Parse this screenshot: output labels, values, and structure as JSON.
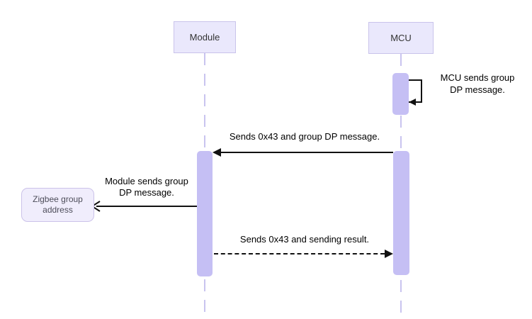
{
  "diagram": {
    "type": "sequence-diagram",
    "participants": [
      {
        "id": "module",
        "label": "Module"
      },
      {
        "id": "mcu",
        "label": "MCU"
      }
    ],
    "external_node": {
      "id": "zigbee-group-address",
      "label_line1": "Zigbee group",
      "label_line2": "address"
    },
    "messages": [
      {
        "from": "MCU",
        "to": "MCU",
        "style": "solid-self-loop",
        "label_line1": "MCU sends group",
        "label_line2": "DP message."
      },
      {
        "from": "MCU",
        "to": "Module",
        "style": "solid-filled-arrow",
        "label": "Sends 0x43 and group DP message."
      },
      {
        "from": "Module",
        "to": "Zigbee group address",
        "style": "solid-open-arrow",
        "label_line1": "Module sends group",
        "label_line2": "DP message."
      },
      {
        "from": "Module",
        "to": "MCU",
        "style": "dashed-filled-arrow",
        "label": "Sends 0x43 and sending result."
      }
    ],
    "colors": {
      "actor-fill": "#EAE8FC",
      "actor-border": "#C9C3EB",
      "activation-fill": "#C5BFF4",
      "lifeline": "#C9C4EF",
      "node-fill": "#F0EDFC",
      "node-border": "#CBC2E9",
      "arrow": "#111111",
      "actor-text": "#333333",
      "message-text": "#000000",
      "node-text": "#4D4D5A"
    }
  }
}
